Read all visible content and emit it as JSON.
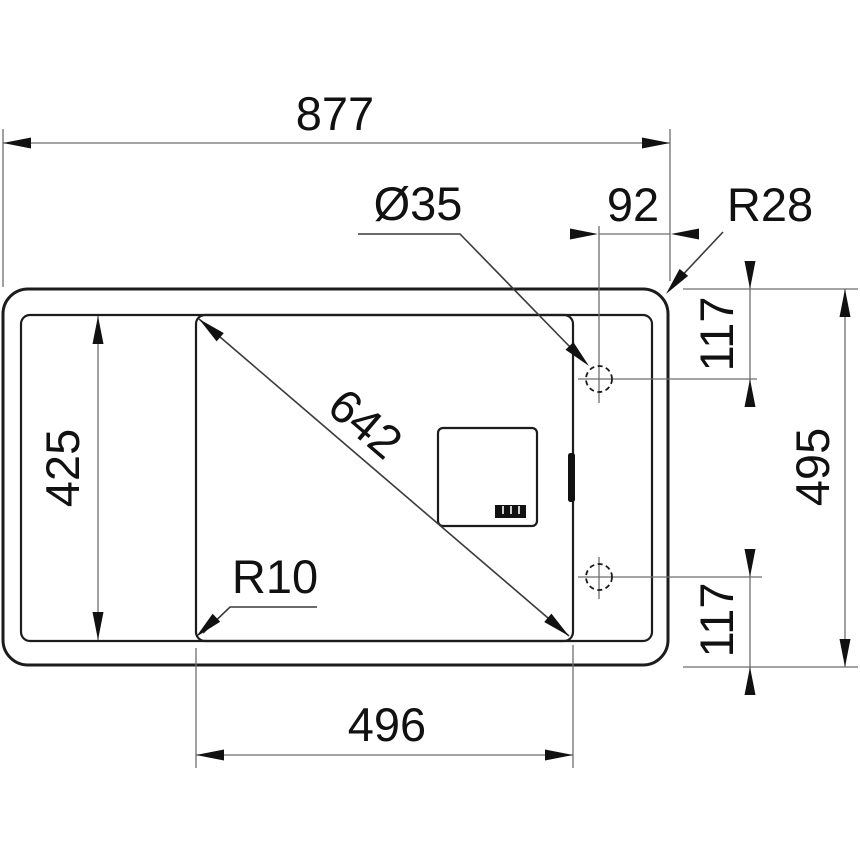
{
  "drawing": {
    "labels": {
      "overall_width": "877",
      "overall_depth": "495",
      "hole_diameter": "Ø35",
      "hole_offset_right": "92",
      "outer_corner_radius": "R28",
      "bowl_corner_radius": "R10",
      "hole_top_offset": "117",
      "hole_bottom_offset": "117",
      "left_section_depth": "425",
      "bowl_diagonal": "642",
      "bowl_width": "496"
    },
    "colors": {
      "background": "#ffffff",
      "outline": "#1c1c1c",
      "dimension_lines": "#6e6e6e",
      "leader_lines": "#3a3a3a",
      "text": "#111111"
    }
  }
}
